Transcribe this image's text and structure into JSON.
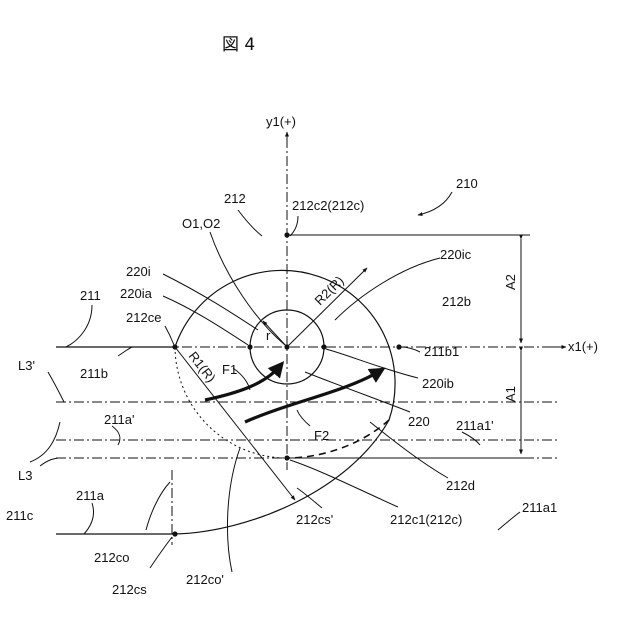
{
  "title": "図 4",
  "labels": {
    "y_axis": "y1(+)",
    "x_axis": "x1(+)",
    "assembly": "210",
    "body": "212",
    "top_point": "212c2(212c)",
    "centers": "O1,O2",
    "inner_top_right": "220ic",
    "inner_center": "220i",
    "inner_left": "220ia",
    "housing": "211",
    "edge_point": "212ce",
    "region": "212b",
    "line_left": "211b",
    "r_small": "r",
    "R2": "R2(R)",
    "R1": "R1(R)",
    "F1": "F1",
    "F2": "F2",
    "line_right": "211b1",
    "inner_bottom": "220ib",
    "inner": "220",
    "L3_prime": "L3'",
    "A2": "A2",
    "A1": "A1",
    "line_a_prime": "211a'",
    "line_a1_prime": "211a1'",
    "L3": "L3",
    "lower_region": "212d",
    "side": "211c",
    "line_a": "211a",
    "cs_prime": "212cs'",
    "bottom_point": "212c1(212c)",
    "line_a1": "211a1",
    "co": "212co",
    "cs": "212cs",
    "co_prime": "212co'"
  }
}
